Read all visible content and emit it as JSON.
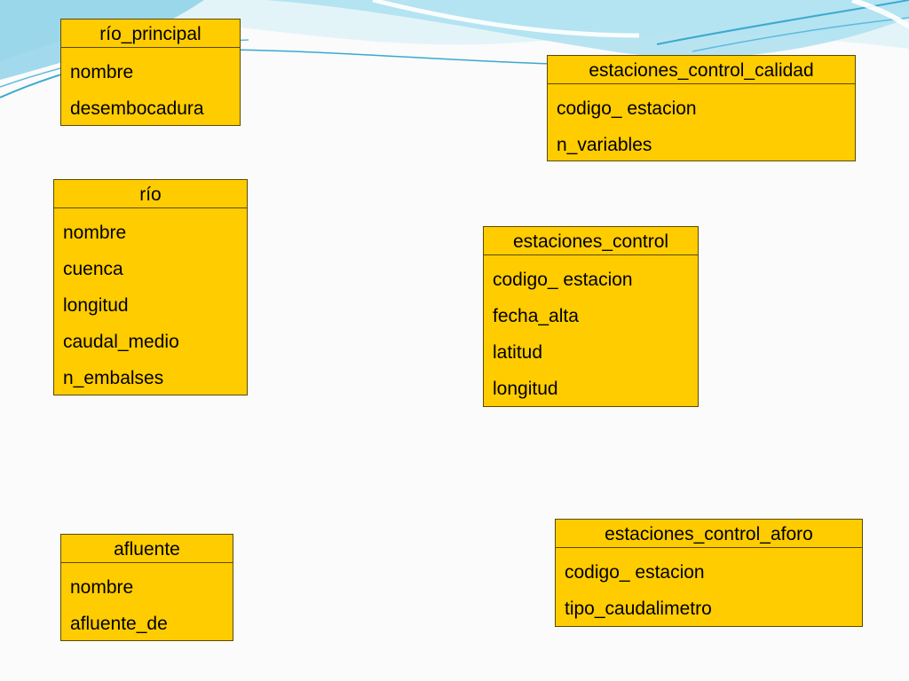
{
  "colors": {
    "entity_fill": "#ffcc00",
    "entity_border": "#5a4a00",
    "background": "#fbfbfb",
    "wave_light": "#cfeef7",
    "wave_mid": "#8ad3ea",
    "wave_dark": "#3aa9cf"
  },
  "entities": {
    "rio_principal": {
      "title": "río_principal",
      "attributes": [
        "nombre",
        "desembocadura"
      ]
    },
    "rio": {
      "title": "río",
      "attributes": [
        "nombre",
        "cuenca",
        "longitud",
        "caudal_medio",
        "n_embalses"
      ]
    },
    "afluente": {
      "title": "afluente",
      "attributes": [
        "nombre",
        "afluente_de"
      ]
    },
    "estaciones_control_calidad": {
      "title": "estaciones_control_calidad",
      "attributes": [
        "codigo_ estacion",
        "n_variables"
      ]
    },
    "estaciones_control": {
      "title": "estaciones_control",
      "attributes": [
        "codigo_ estacion",
        "fecha_alta",
        "latitud",
        "longitud"
      ]
    },
    "estaciones_control_aforo": {
      "title": "estaciones_control_aforo",
      "attributes": [
        "codigo_ estacion",
        "tipo_caudalimetro"
      ]
    }
  }
}
